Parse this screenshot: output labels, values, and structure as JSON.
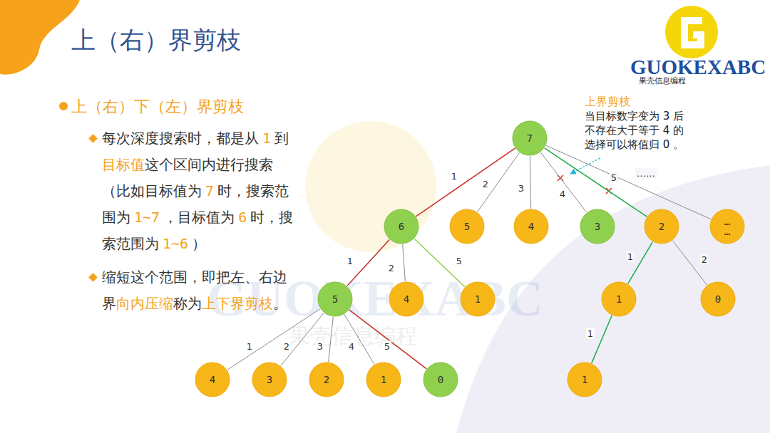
{
  "diagram": {
    "title": "上（右）界剪枝",
    "nodes": [
      {
        "text": [
          "7"
        ]
      },
      {
        "text": [
          "6"
        ]
      },
      {
        "text": [
          "5"
        ]
      },
      {
        "text": [
          "4"
        ]
      },
      {
        "text": [
          "3"
        ]
      },
      {
        "text": [
          "2"
        ]
      },
      {
        "text": [
          "… …"
        ]
      },
      {
        "text": [
          "5"
        ]
      },
      {
        "text": [
          "4"
        ]
      },
      {
        "text": [
          "1"
        ]
      },
      {
        "text": [
          "1"
        ]
      },
      {
        "text": [
          "0"
        ]
      },
      {
        "text": [
          "4"
        ]
      },
      {
        "text": [
          "3"
        ]
      },
      {
        "text": [
          "2"
        ]
      },
      {
        "text": [
          "1"
        ]
      },
      {
        "text": [
          "0"
        ]
      },
      {
        "text": [
          "1"
        ]
      }
    ],
    "edges": [
      {
        "from": 0,
        "to": 1,
        "arrow": "none",
        "label": "1"
      },
      {
        "from": 0,
        "to": 2,
        "arrow": "none",
        "label": "2"
      },
      {
        "from": 0,
        "to": 3,
        "arrow": "none",
        "label": "3"
      },
      {
        "from": 0,
        "to": 4,
        "arrow": "none",
        "label": "4"
      },
      {
        "from": 0,
        "to": 5,
        "arrow": "none",
        "label": "5"
      },
      {
        "from": 0,
        "to": 6,
        "arrow": "none",
        "label": "……"
      },
      {
        "from": 1,
        "to": 7,
        "arrow": "none",
        "label": "1"
      },
      {
        "from": 1,
        "to": 8,
        "arrow": "none",
        "label": "2"
      },
      {
        "from": 1,
        "to": 9,
        "arrow": "none",
        "label": "5"
      },
      {
        "from": 5,
        "to": 10,
        "arrow": "none",
        "label": "1"
      },
      {
        "from": 5,
        "to": 11,
        "arrow": "none",
        "label": "2"
      },
      {
        "from": 7,
        "to": 12,
        "arrow": "none",
        "label": "1"
      },
      {
        "from": 7,
        "to": 13,
        "arrow": "none",
        "label": "2"
      },
      {
        "from": 7,
        "to": 14,
        "arrow": "none",
        "label": "3"
      },
      {
        "from": 7,
        "to": 15,
        "arrow": "none",
        "label": "4"
      },
      {
        "from": 7,
        "to": 16,
        "arrow": "none",
        "label": "5"
      },
      {
        "from": 10,
        "to": 17,
        "arrow": "none",
        "label": "1"
      }
    ],
    "labels": [
      "GUOKEXABC",
      "果壳信息编程",
      "上（右）下（左）界剪枝",
      "每次深度搜索时，都是从",
      "1",
      "到",
      "目标值",
      "这个区间内进行搜索（比如目标值为",
      "7",
      "时，搜索范围为",
      "1~7",
      "，目标值为",
      "6",
      "时，搜索范围为",
      "1~6",
      "）",
      "缩短这个范围，即把左、右边界",
      "向内压缩",
      "称为",
      "上下界剪枝",
      "。",
      "上界剪枝",
      "当目标数字变为 3 后 不存在大于等于 4 的 选择可以将值归 0 。",
      "GUOKEXABC",
      "果壳信息编程"
    ]
  }
}
